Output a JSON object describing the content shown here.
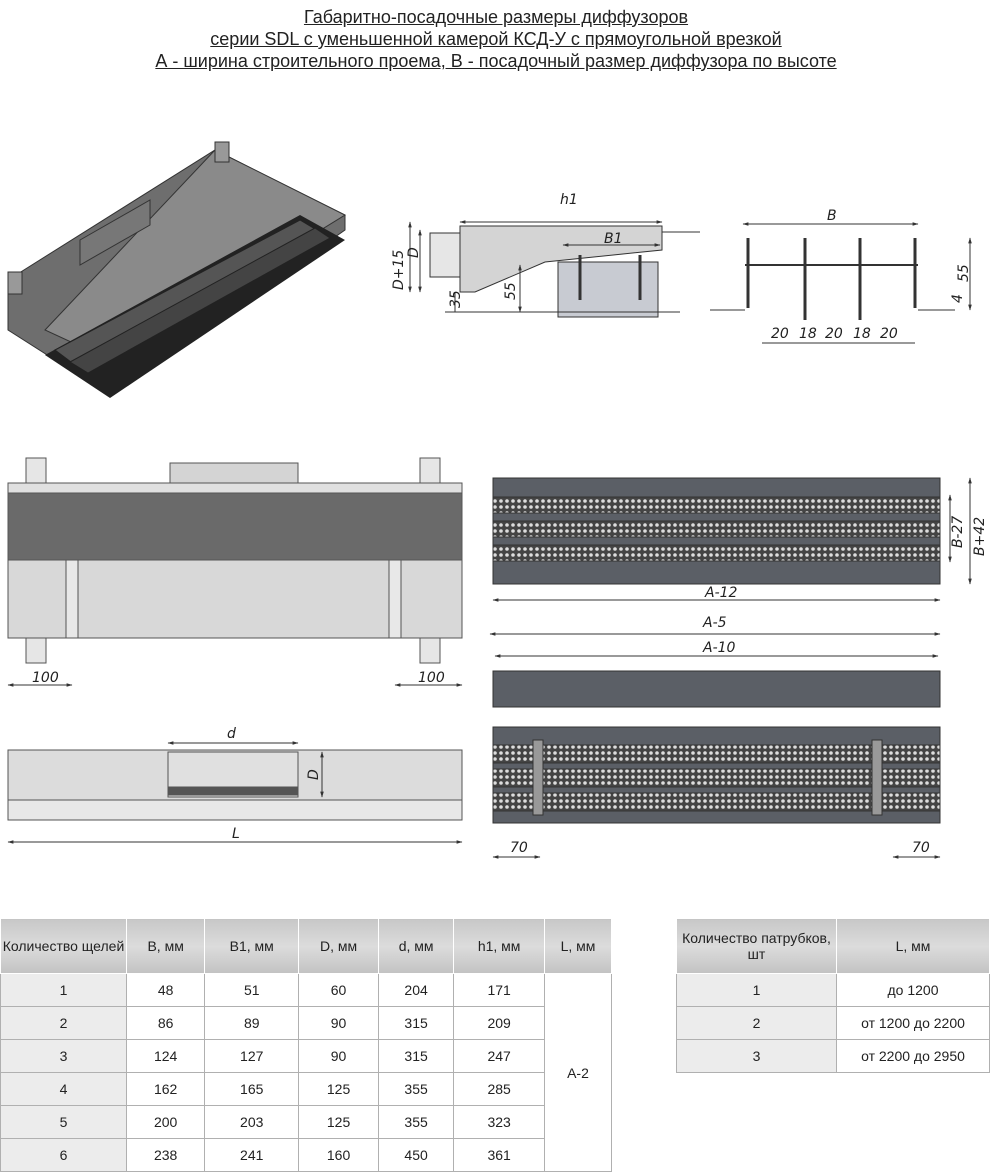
{
  "title": {
    "line1": "Габаритно-посадочные размеры диффузоров",
    "line2": "серии SDL с уменьшенной камерой КСД-У с прямоугольной врезкой",
    "line3": "А - ширина строительного проема, В - посадочный размер диффузора по высоте"
  },
  "dims": {
    "h1": "h1",
    "B1": "B1",
    "D15": "D+15",
    "D": "D",
    "d35": "35",
    "d55": "55",
    "B": "B",
    "r55": "55",
    "r4": "4",
    "s20a": "20",
    "s18a": "18",
    "s20b": "20",
    "s18b": "18",
    "s20c": "20",
    "left100": "100",
    "right100": "100",
    "B27": "B-27",
    "B42": "B+42",
    "A12": "A-12",
    "A5": "A-5",
    "A10": "A-10",
    "d": "d",
    "Dside": "D",
    "L": "L",
    "l70": "70",
    "r70": "70"
  },
  "table1": {
    "headers": [
      "Количество щелей",
      "B, мм",
      "B1, мм",
      "D, мм",
      "d, мм",
      "h1, мм",
      "L, мм"
    ],
    "rows": [
      [
        "1",
        "48",
        "51",
        "60",
        "204",
        "171"
      ],
      [
        "2",
        "86",
        "89",
        "90",
        "315",
        "209"
      ],
      [
        "3",
        "124",
        "127",
        "90",
        "315",
        "247"
      ],
      [
        "4",
        "162",
        "165",
        "125",
        "355",
        "285"
      ],
      [
        "5",
        "200",
        "203",
        "125",
        "355",
        "323"
      ],
      [
        "6",
        "238",
        "241",
        "160",
        "450",
        "361"
      ]
    ],
    "L_value": "A-2"
  },
  "table2": {
    "headers": [
      "Количество патрубков, шт",
      "L, мм"
    ],
    "rows": [
      [
        "1",
        "до 1200"
      ],
      [
        "2",
        "от 1200 до 2200"
      ],
      [
        "3",
        "от 2200 до 2950"
      ]
    ]
  }
}
